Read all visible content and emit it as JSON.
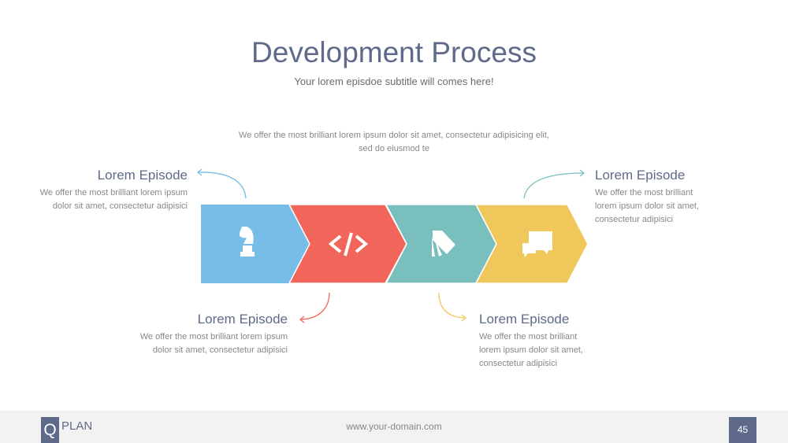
{
  "title": "Development Process",
  "subtitle": "Your lorem episdoe subtitle will comes here!",
  "top_desc": "We offer the most brilliant lorem ipsum dolor sit amet, consectetur adipisicing elit, sed do eiusmod te",
  "episodes": [
    {
      "title": "Lorem Episode",
      "text": "We offer the most brilliant lorem ipsum dolor sit amet, consectetur adipisici"
    },
    {
      "title": "Lorem Episode",
      "text": "We offer the most brilliant lorem ipsum dolor sit amet, consectetur adipisici"
    },
    {
      "title": "Lorem Episode",
      "text": "We offer the most brilliant lorem ipsum dolor sit amet, consectetur adipisici"
    },
    {
      "title": "Lorem Episode",
      "text": "We offer the most brilliant lorem ipsum dolor sit amet, consectetur adipisici"
    }
  ],
  "steps": [
    {
      "icon": "chess-knight-icon",
      "color": "#78bde8"
    },
    {
      "icon": "code-icon",
      "color": "#f1655a"
    },
    {
      "icon": "tags-icon",
      "color": "#78bfbe"
    },
    {
      "icon": "chat-bubbles-icon",
      "color": "#f0c75a"
    }
  ],
  "footer": {
    "logo_letter": "Q",
    "logo_text": "PLAN",
    "domain": "www.your-domain.com",
    "page": "45"
  }
}
